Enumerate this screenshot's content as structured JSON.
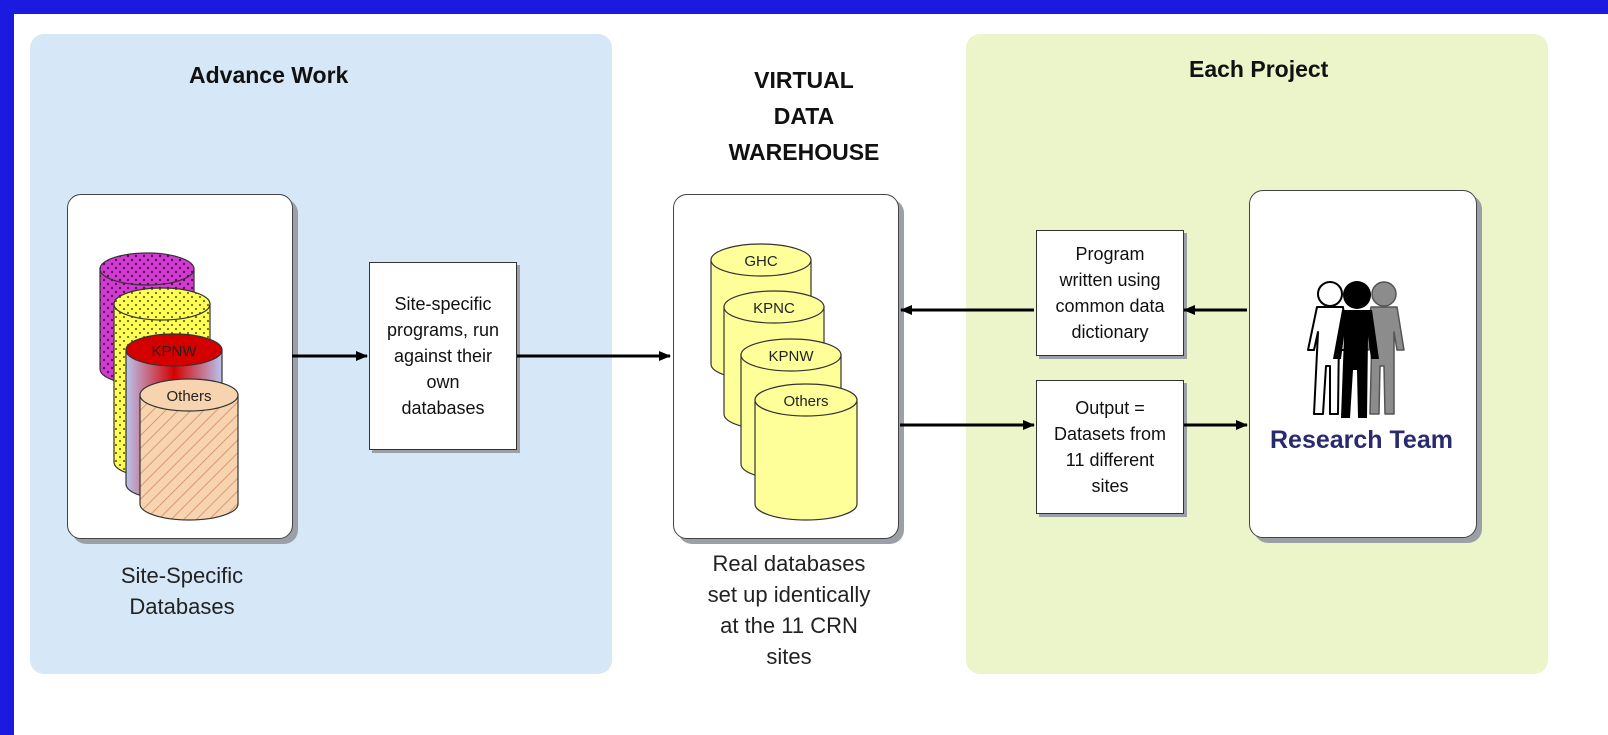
{
  "sections": {
    "advance_work": "Advance Work",
    "vdw_lines": [
      "VIRTUAL",
      "DATA",
      "WAREHOUSE"
    ],
    "each_project": "Each Project"
  },
  "site_databases": {
    "labels": [
      "KPNW",
      "Others"
    ],
    "caption_lines": [
      "Site-Specific",
      "Databases"
    ]
  },
  "site_programs_lines": [
    "Site-specific",
    "programs, run",
    "against their",
    "own",
    "databases"
  ],
  "vdw_databases": {
    "labels": [
      "GHC",
      "KPNC",
      "KPNW",
      "Others"
    ],
    "caption_lines": [
      "Real databases",
      "set up identically",
      "at the 11 CRN",
      "sites"
    ]
  },
  "program_box_lines": [
    "Program",
    "written using",
    "common data",
    "dictionary"
  ],
  "output_box_lines": [
    "Output =",
    "Datasets from",
    "11 different",
    "sites"
  ],
  "research_team": "Research Team",
  "colors": {
    "background": "#1a1ae0",
    "left_panel": "#d6e7f7",
    "right_panel": "#ebf5c9",
    "vdw_cylinder": "#ffff99",
    "research_label": "#2a2a6e"
  }
}
